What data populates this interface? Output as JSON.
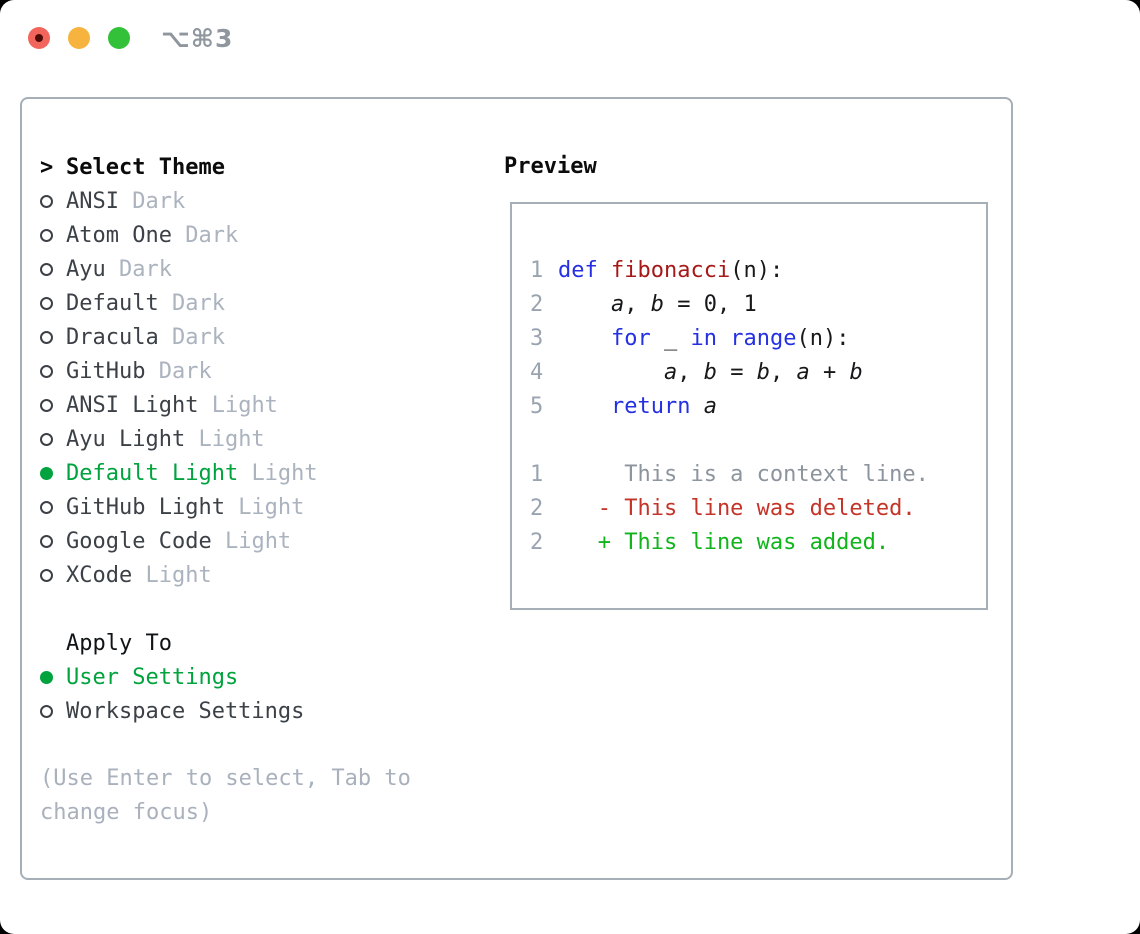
{
  "window": {
    "shortcut": "⌥⌘3",
    "traffic_lights": [
      "close",
      "minimize",
      "zoom"
    ]
  },
  "theme_selector": {
    "prompt": ">",
    "title": "Select Theme",
    "themes": [
      {
        "name": "ANSI",
        "variant": "Dark",
        "selected": false
      },
      {
        "name": "Atom One",
        "variant": "Dark",
        "selected": false
      },
      {
        "name": "Ayu",
        "variant": "Dark",
        "selected": false
      },
      {
        "name": "Default",
        "variant": "Dark",
        "selected": false
      },
      {
        "name": "Dracula",
        "variant": "Dark",
        "selected": false
      },
      {
        "name": "GitHub",
        "variant": "Dark",
        "selected": false
      },
      {
        "name": "ANSI Light",
        "variant": "Light",
        "selected": false
      },
      {
        "name": "Ayu Light",
        "variant": "Light",
        "selected": false
      },
      {
        "name": "Default Light",
        "variant": "Light",
        "selected": true
      },
      {
        "name": "GitHub Light",
        "variant": "Light",
        "selected": false
      },
      {
        "name": "Google Code",
        "variant": "Light",
        "selected": false
      },
      {
        "name": "XCode",
        "variant": "Light",
        "selected": false
      }
    ],
    "apply_to": {
      "title": "Apply To",
      "options": [
        {
          "label": "User Settings",
          "selected": true
        },
        {
          "label": "Workspace Settings",
          "selected": false
        }
      ]
    },
    "hint": "(Use Enter to select, Tab to change focus)"
  },
  "preview": {
    "title": "Preview",
    "lines": [
      {
        "num": "1",
        "tokens": [
          {
            "s": "kw",
            "t": "def"
          },
          {
            "s": "plain",
            "t": " "
          },
          {
            "s": "fn",
            "t": "fibonacci"
          },
          {
            "s": "plain",
            "t": "(n):"
          }
        ]
      },
      {
        "num": "2",
        "tokens": [
          {
            "s": "plain",
            "t": "    "
          },
          {
            "s": "var",
            "t": "a"
          },
          {
            "s": "plain",
            "t": ", "
          },
          {
            "s": "var",
            "t": "b"
          },
          {
            "s": "plain",
            "t": " = 0, 1"
          }
        ]
      },
      {
        "num": "3",
        "tokens": [
          {
            "s": "plain",
            "t": "    "
          },
          {
            "s": "kw",
            "t": "for"
          },
          {
            "s": "plain",
            "t": " _ "
          },
          {
            "s": "kw",
            "t": "in"
          },
          {
            "s": "plain",
            "t": " "
          },
          {
            "s": "kw",
            "t": "range"
          },
          {
            "s": "plain",
            "t": "(n):"
          }
        ]
      },
      {
        "num": "4",
        "tokens": [
          {
            "s": "plain",
            "t": "        "
          },
          {
            "s": "var",
            "t": "a"
          },
          {
            "s": "plain",
            "t": ", "
          },
          {
            "s": "var",
            "t": "b"
          },
          {
            "s": "plain",
            "t": " = "
          },
          {
            "s": "var",
            "t": "b"
          },
          {
            "s": "plain",
            "t": ", "
          },
          {
            "s": "var",
            "t": "a"
          },
          {
            "s": "plain",
            "t": " + "
          },
          {
            "s": "var",
            "t": "b"
          }
        ]
      },
      {
        "num": "5",
        "tokens": [
          {
            "s": "plain",
            "t": "    "
          },
          {
            "s": "kw",
            "t": "return"
          },
          {
            "s": "plain",
            "t": " "
          },
          {
            "s": "var",
            "t": "a"
          }
        ]
      },
      {
        "num": "",
        "tokens": []
      },
      {
        "num": "1",
        "tokens": [
          {
            "s": "ctx",
            "t": "     This is a context line."
          }
        ]
      },
      {
        "num": "2",
        "tokens": [
          {
            "s": "del",
            "t": "   - This line was deleted."
          }
        ]
      },
      {
        "num": "2",
        "tokens": [
          {
            "s": "add",
            "t": "   + This line was added."
          }
        ]
      }
    ]
  },
  "colors": {
    "selected_green": "#00a33e",
    "keyword_blue": "#2430e2",
    "function_red": "#a61919",
    "diff_deleted": "#c43429",
    "diff_added": "#12b41c",
    "context_gray": "#8c949e",
    "muted_gray": "#abb3bf",
    "border_gray": "#a6aeb8",
    "traffic_red": "#f2655c",
    "traffic_yellow": "#f6b33e",
    "traffic_green": "#32c138"
  }
}
